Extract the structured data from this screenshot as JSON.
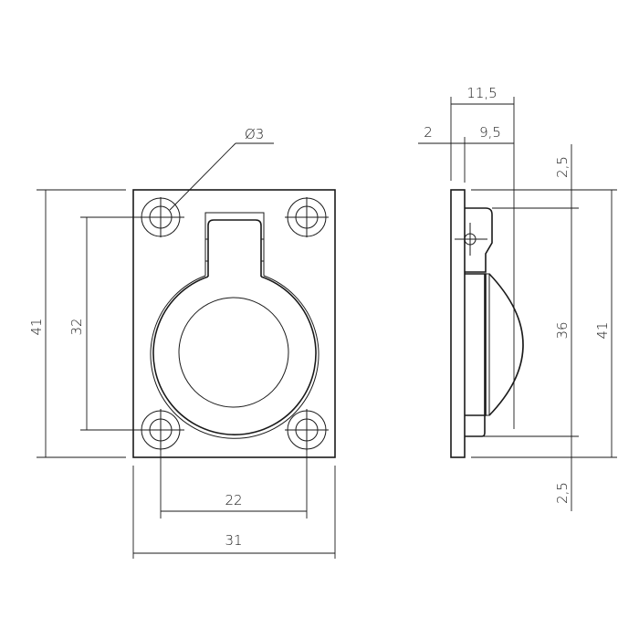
{
  "drawing": {
    "front_view": {
      "hole_callout": "Ø3",
      "dim_overall_height": "41",
      "dim_hole_spacing_vertical": "32",
      "dim_hole_spacing_horizontal": "22",
      "dim_overall_width": "31"
    },
    "side_view": {
      "dim_overall_depth": "11,5",
      "dim_plate_thickness": "2",
      "dim_ring_depth": "9,5",
      "dim_top_offset": "2,5",
      "dim_ring_height": "36",
      "dim_overall_height": "41",
      "dim_bottom_offset": "2,5"
    },
    "colors": {
      "line": "#1a1a1a",
      "background": "#ffffff"
    }
  }
}
